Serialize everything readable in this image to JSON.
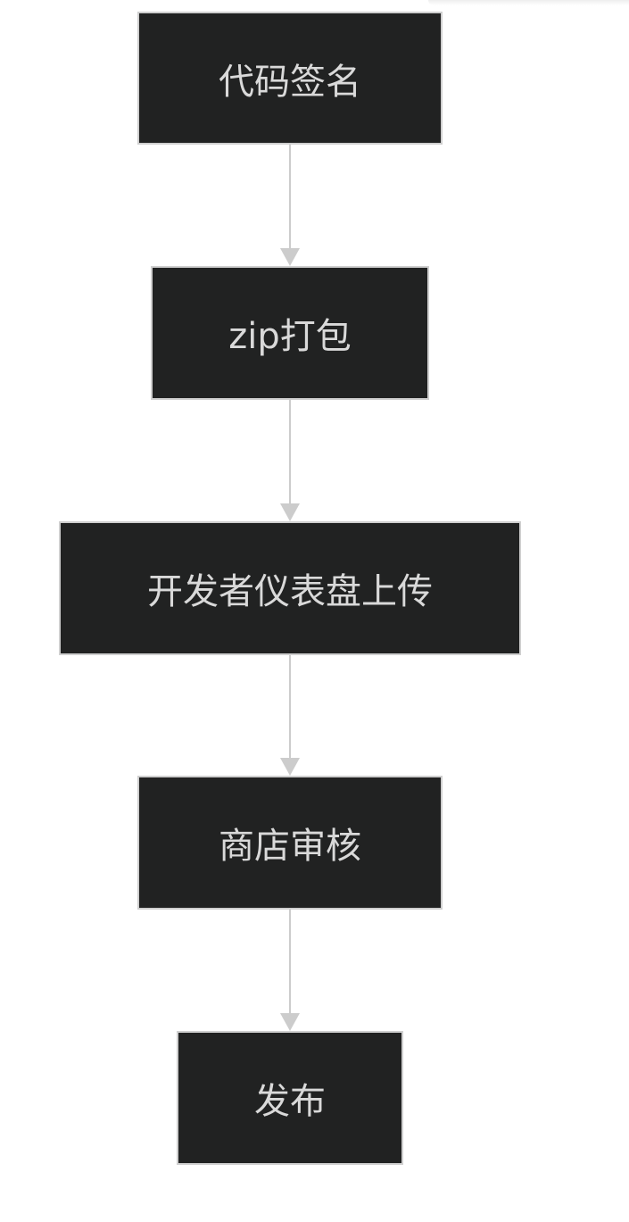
{
  "flow": {
    "nodes": [
      {
        "label": "代码签名"
      },
      {
        "label": "zip打包"
      },
      {
        "label": "开发者仪表盘上传"
      },
      {
        "label": "商店审核"
      },
      {
        "label": "发布"
      }
    ]
  },
  "colors": {
    "node_fill": "#212222",
    "node_border": "#cfcfcf",
    "node_text": "#d9d9d9",
    "edge": "#cccccc",
    "background": "#ffffff"
  }
}
